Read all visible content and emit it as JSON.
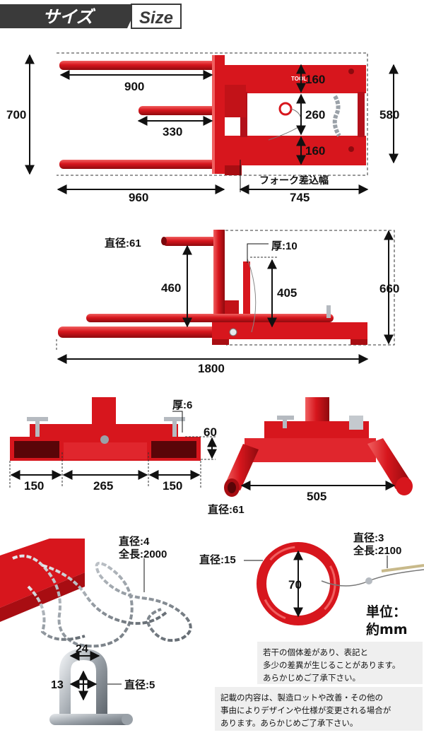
{
  "header": {
    "title": "サイズ",
    "title_en": "Size"
  },
  "top_view": {
    "fork_length": "900",
    "short_fork_length": "330",
    "total_height": "700",
    "total_length": "960",
    "frame_width": "745",
    "fork_insert_label": "フォーク差込幅",
    "pocket_top": "160",
    "pocket_gap": "260",
    "pocket_bottom": "160",
    "frame_height": "580",
    "brand_mark": "TOOL"
  },
  "side_view": {
    "pipe_diameter": "直径:61",
    "plate_thickness": "厚:10",
    "fork_height": "460",
    "post_height": "405",
    "total_height": "660",
    "total_length": "1800"
  },
  "front_view": {
    "thickness": "厚:6",
    "pocket_height": "60",
    "pocket_width_left": "150",
    "middle_width": "265",
    "pocket_width_right": "150",
    "diameter": "直径:61",
    "pipe_spacing": "505"
  },
  "chain": {
    "diameter": "直径:4",
    "length": "全長:2000"
  },
  "ring": {
    "diameter": "直径:15",
    "inner": "70"
  },
  "wire": {
    "diameter": "直径:3",
    "length": "全長:2100"
  },
  "shackle": {
    "width": "24",
    "inner": "13",
    "diameter": "直径:5"
  },
  "unit_label": {
    "line1": "単位：",
    "line2": "約mm"
  },
  "notes": {
    "note1_line1": "若干の個体差があり、表記と",
    "note1_line2": "多少の差異が生じることがあります。",
    "note1_line3": "あらかじめご了承下さい。",
    "note2_line1": "記載の内容は、製造ロットや改善・その他の",
    "note2_line2": "事由によりデザインや仕様が変更される場合が",
    "note2_line3": "あります。あらかじめご了承下さい。"
  },
  "colors": {
    "red": "#d7161d",
    "dark_red": "#a80d12",
    "header_bg": "#3a3a3a",
    "note_bg": "#efefef"
  }
}
